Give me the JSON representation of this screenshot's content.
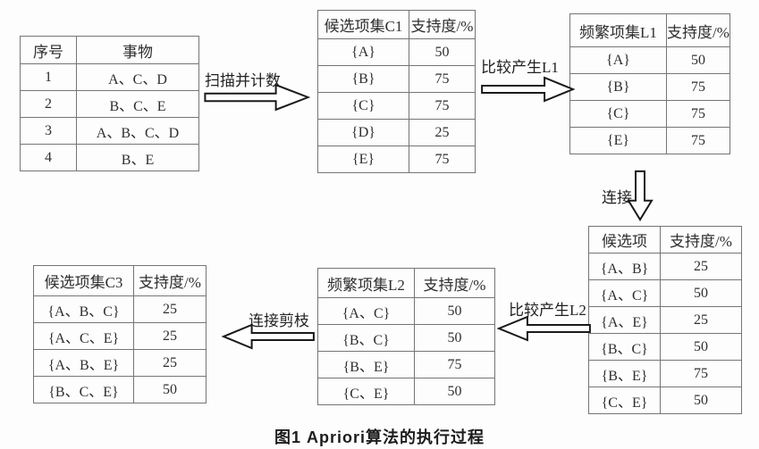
{
  "caption": "图1  Apriori算法的执行过程",
  "arrows": {
    "scan_count": "扫描并计数",
    "compare_l1": "比较产生L1",
    "join": "连接",
    "compare_l2": "比较产生L2",
    "join_prune": "连接剪枝"
  },
  "tables": {
    "transactions": {
      "headers": [
        "序号",
        "事物"
      ],
      "rows": [
        [
          "1",
          "A、C、D"
        ],
        [
          "2",
          "B、C、E"
        ],
        [
          "3",
          "A、B、C、D"
        ],
        [
          "4",
          "B、E"
        ]
      ]
    },
    "c1": {
      "headers": [
        "候选项集C1",
        "支持度/%"
      ],
      "rows": [
        [
          "{A}",
          "50"
        ],
        [
          "{B}",
          "75"
        ],
        [
          "{C}",
          "75"
        ],
        [
          "{D}",
          "25"
        ],
        [
          "{E}",
          "75"
        ]
      ]
    },
    "l1": {
      "headers": [
        "频繁项集L1",
        "支持度/%"
      ],
      "rows": [
        [
          "{A}",
          "50"
        ],
        [
          "{B}",
          "75"
        ],
        [
          "{C}",
          "75"
        ],
        [
          "{E}",
          "75"
        ]
      ]
    },
    "c2": {
      "headers": [
        "候选项",
        "支持度/%"
      ],
      "rows": [
        [
          "{A、B}",
          "25"
        ],
        [
          "{A、C}",
          "50"
        ],
        [
          "{A、E}",
          "25"
        ],
        [
          "{B、C}",
          "50"
        ],
        [
          "{B、E}",
          "75"
        ],
        [
          "{C、E}",
          "50"
        ]
      ]
    },
    "l2": {
      "headers": [
        "频繁项集L2",
        "支持度/%"
      ],
      "rows": [
        [
          "{A、C}",
          "50"
        ],
        [
          "{B、C}",
          "50"
        ],
        [
          "{B、E}",
          "75"
        ],
        [
          "{C、E}",
          "50"
        ]
      ]
    },
    "c3": {
      "headers": [
        "候选项集C3",
        "支持度/%"
      ],
      "rows": [
        [
          "{A、B、C}",
          "25"
        ],
        [
          "{A、C、E}",
          "25"
        ],
        [
          "{A、B、E}",
          "25"
        ],
        [
          "{B、C、E}",
          "50"
        ]
      ]
    }
  }
}
